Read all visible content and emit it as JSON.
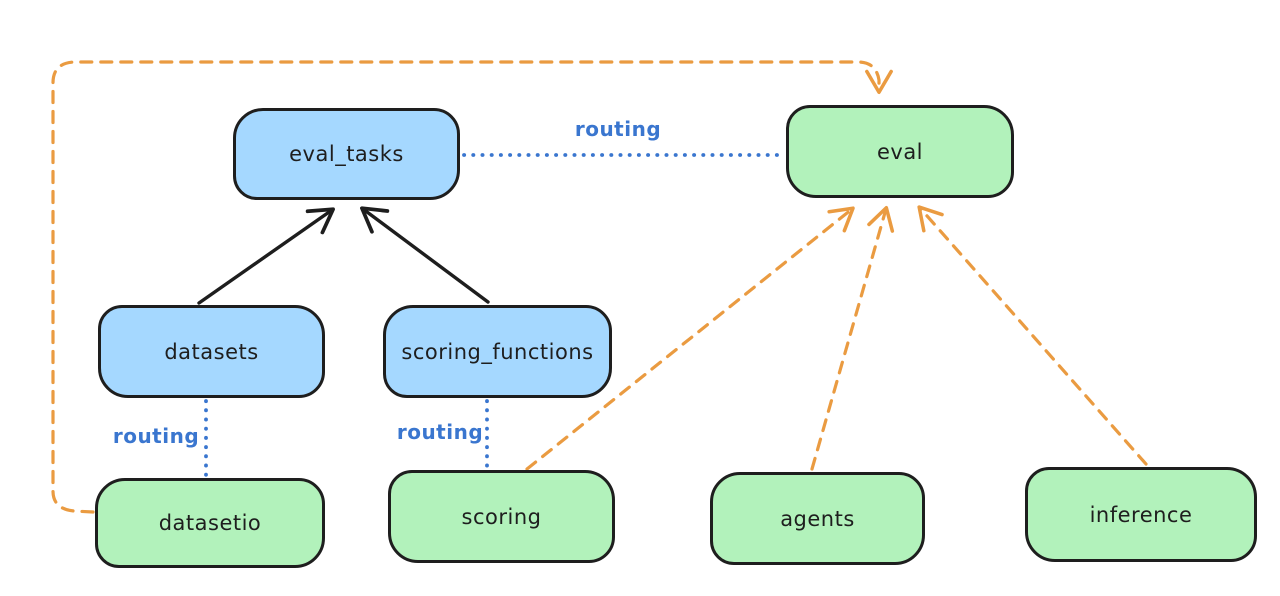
{
  "diagram": {
    "type": "architecture-diagram",
    "background": "#ffffff",
    "colors": {
      "node_blue_fill": "#a5d8ff",
      "node_green_fill": "#b2f2bb",
      "node_stroke": "#1e1e1e",
      "black_arrow": "#1e1e1e",
      "routing_blue": "#3a76cf",
      "provider_orange": "#ea9b41"
    },
    "nodes": [
      {
        "id": "eval_tasks",
        "label": "eval_tasks",
        "fill": "#a5d8ff",
        "kind": "resource"
      },
      {
        "id": "eval",
        "label": "eval",
        "fill": "#b2f2bb",
        "kind": "api"
      },
      {
        "id": "datasets",
        "label": "datasets",
        "fill": "#a5d8ff",
        "kind": "resource"
      },
      {
        "id": "scoring_functions",
        "label": "scoring_functions",
        "fill": "#a5d8ff",
        "kind": "resource"
      },
      {
        "id": "datasetio",
        "label": "datasetio",
        "fill": "#b2f2bb",
        "kind": "api"
      },
      {
        "id": "scoring",
        "label": "scoring",
        "fill": "#b2f2bb",
        "kind": "api"
      },
      {
        "id": "agents",
        "label": "agents",
        "fill": "#b2f2bb",
        "kind": "api"
      },
      {
        "id": "inference",
        "label": "inference",
        "fill": "#b2f2bb",
        "kind": "api"
      }
    ],
    "edges": [
      {
        "from": "datasets",
        "to": "eval_tasks",
        "style": "solid",
        "color": "#1e1e1e",
        "arrow": "end",
        "label": ""
      },
      {
        "from": "scoring_functions",
        "to": "eval_tasks",
        "style": "solid",
        "color": "#1e1e1e",
        "arrow": "end",
        "label": ""
      },
      {
        "from": "eval_tasks",
        "to": "eval",
        "style": "dotted",
        "color": "#3a76cf",
        "arrow": "none",
        "label": "routing"
      },
      {
        "from": "datasets",
        "to": "datasetio",
        "style": "dotted",
        "color": "#3a76cf",
        "arrow": "none",
        "label": "routing"
      },
      {
        "from": "scoring_functions",
        "to": "scoring",
        "style": "dotted",
        "color": "#3a76cf",
        "arrow": "none",
        "label": "routing"
      },
      {
        "from": "datasetio",
        "to": "eval",
        "style": "dashed",
        "color": "#ea9b41",
        "arrow": "end",
        "label": ""
      },
      {
        "from": "scoring",
        "to": "eval",
        "style": "dashed",
        "color": "#ea9b41",
        "arrow": "end",
        "label": ""
      },
      {
        "from": "agents",
        "to": "eval",
        "style": "dashed",
        "color": "#ea9b41",
        "arrow": "end",
        "label": ""
      },
      {
        "from": "inference",
        "to": "eval",
        "style": "dashed",
        "color": "#ea9b41",
        "arrow": "end",
        "label": ""
      }
    ]
  }
}
